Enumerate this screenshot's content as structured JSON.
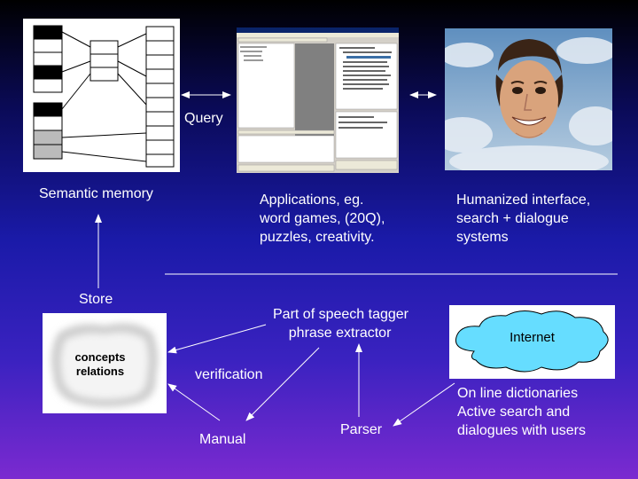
{
  "labels": {
    "query": "Query",
    "semantic_memory": "Semantic memory",
    "applications": "Applications, eg.\nword games, (20Q),\npuzzles, creativity.",
    "humanized": "Humanized interface,\nsearch + dialogue\nsystems",
    "store": "Store",
    "pos_tagger": "Part of speech tagger\n    phrase extractor",
    "verification": "verification",
    "manual": "Manual",
    "parser": "Parser",
    "online": "On line dictionaries\nActive search and\ndialogues with users"
  },
  "concepts_box": {
    "line1": "concepts",
    "line2": "relations"
  },
  "internet_cloud": {
    "label": "Internet"
  },
  "colors": {
    "text": "#ffffff",
    "cloud_fill": "#66ddff",
    "background_top": "#000000",
    "background_bottom": "#7b2ad0"
  }
}
